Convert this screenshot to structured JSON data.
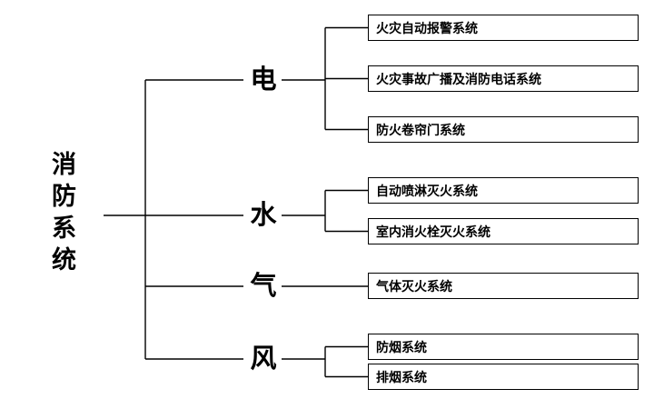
{
  "diagram": {
    "root": "消防系统",
    "colors": {
      "line": "#000000",
      "box_border": "#000000",
      "background": "#ffffff",
      "text": "#000000"
    },
    "branches": [
      {
        "label": "电",
        "children": [
          "火灾自动报警系统",
          "火灾事故广播及消防电话系统",
          "防火卷帘门系统"
        ]
      },
      {
        "label": "水",
        "children": [
          "自动喷淋灭火系统",
          "室内消火栓灭火系统"
        ]
      },
      {
        "label": "气",
        "children": [
          "气体灭火系统"
        ]
      },
      {
        "label": "风",
        "children": [
          "防烟系统",
          "排烟系统"
        ]
      }
    ]
  }
}
